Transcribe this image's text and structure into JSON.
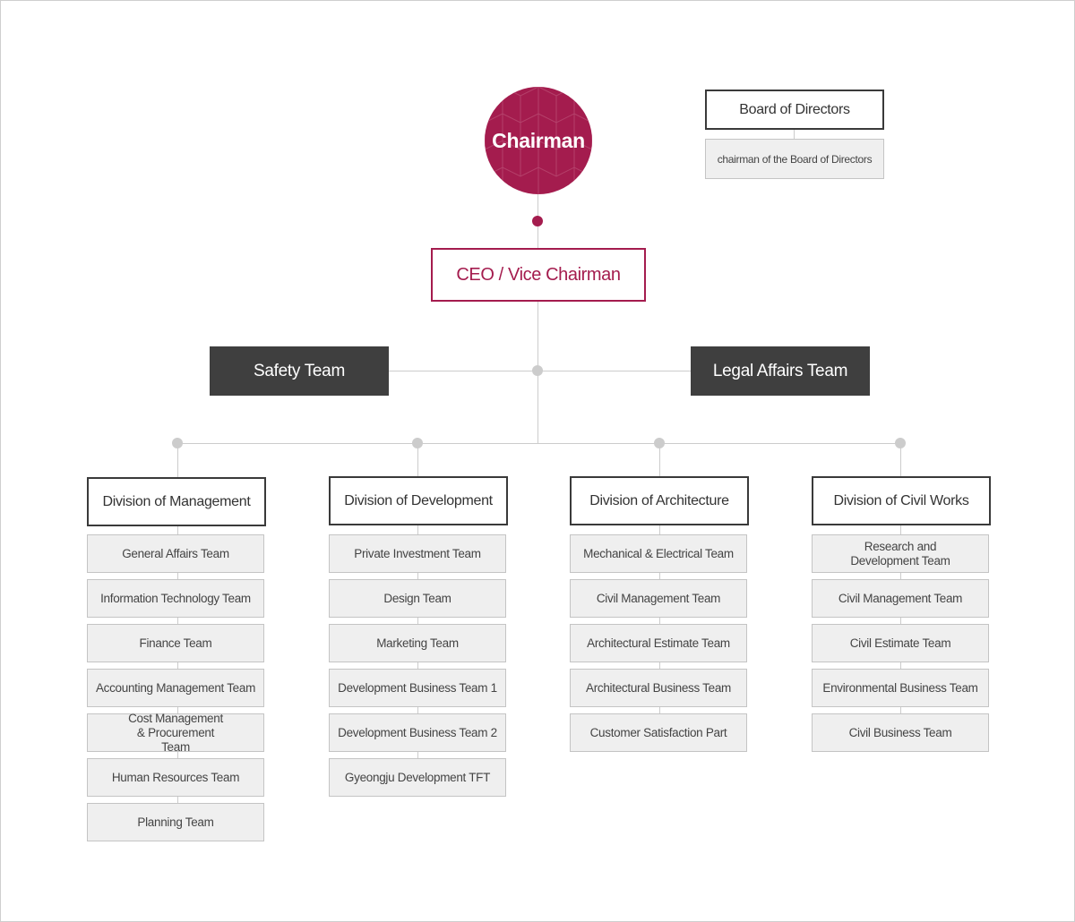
{
  "chairman": "Chairman",
  "board": {
    "title": "Board of Directors",
    "sub": "chairman of the Board of Directors"
  },
  "ceo": "CEO / Vice Chairman",
  "side_teams": {
    "left": "Safety Team",
    "right": "Legal Affairs Team"
  },
  "divisions": [
    {
      "name": "Division of Management",
      "teams": [
        "General Affairs Team",
        "Information Technology Team",
        "Finance Team",
        "Accounting Management Team",
        "Cost Management & Procurement Team",
        "Human Resources Team",
        "Planning Team"
      ]
    },
    {
      "name": "Division of Development",
      "teams": [
        "Private Investment Team",
        "Design Team",
        "Marketing Team",
        "Development Business Team 1",
        "Development Business Team 2",
        "Gyeongju Development TFT"
      ]
    },
    {
      "name": "Division of Architecture",
      "teams": [
        "Mechanical & Electrical Team",
        "Civil Management Team",
        "Architectural Estimate Team",
        "Architectural Business Team",
        "Customer Satisfaction Part"
      ]
    },
    {
      "name": "Division of Civil Works",
      "teams": [
        "Research and Development Team",
        "Civil Management Team",
        "Civil Estimate Team",
        "Environmental Business Team",
        "Civil Business Team"
      ]
    }
  ],
  "colors": {
    "accent": "#a41c4e",
    "dark": "#3f3f3f",
    "line": "#cccccc"
  }
}
